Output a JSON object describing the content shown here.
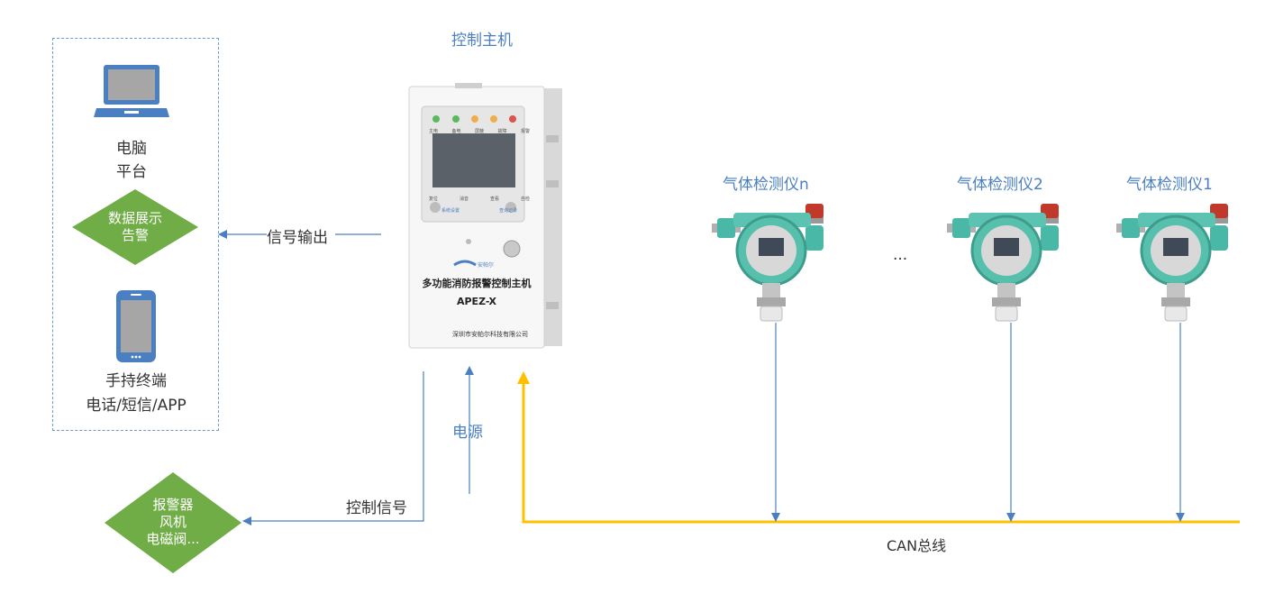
{
  "diagram": {
    "controller_title": "控制主机",
    "controller_name": "多功能消防报警控制主机",
    "controller_model": "APEZ-X",
    "controller_company": "深圳市安帕尔科技有限公司",
    "controller_brand": "安帕尔",
    "controller_panel_labels": [
      "主电",
      "备电",
      "屏蔽",
      "故障",
      "报警"
    ],
    "controller_button_labels": [
      "复位",
      "消音",
      "查看",
      "自检",
      "系统设置",
      "查询记录"
    ],
    "pc_label": [
      "电脑",
      "平台"
    ],
    "data_diamond": [
      "数据展示",
      "告警"
    ],
    "mobile_label": [
      "手持终端",
      "电话/短信/APP"
    ],
    "signal_out": "信号输出",
    "power": "电源",
    "control_signal": "控制信号",
    "alarm_diamond": [
      "报警器",
      "风机",
      "电磁阀..."
    ],
    "detectors": [
      "气体检测仪n",
      "气体检测仪2",
      "气体检测仪1"
    ],
    "ellipsis": "...",
    "bus_label": "CAN总线"
  },
  "colors": {
    "accent_blue": "#4a7fc1",
    "diamond_green": "#70ad47",
    "bus_yellow": "#ffc000",
    "detector_teal": "#4ab8a6",
    "beacon_red": "#c0392b"
  }
}
